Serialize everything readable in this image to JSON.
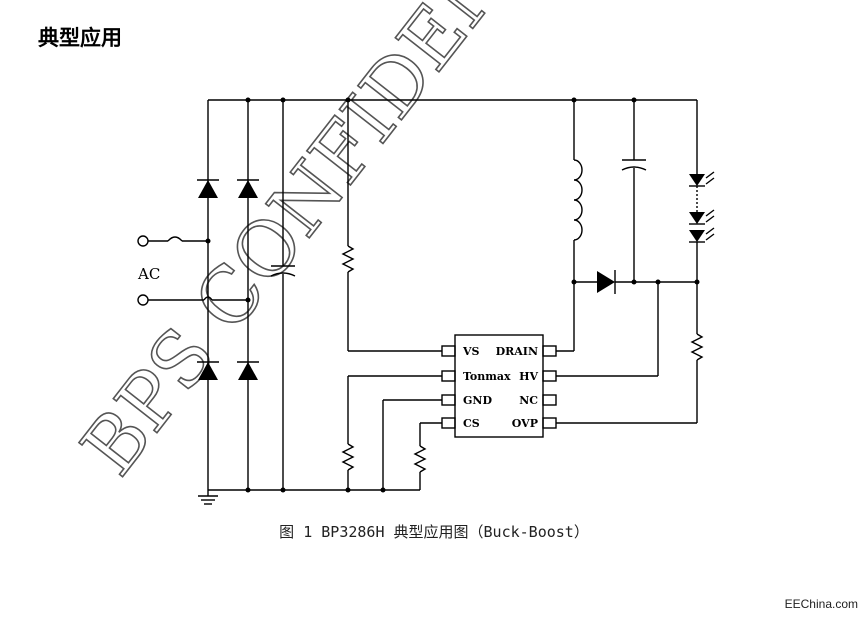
{
  "heading": "典型应用",
  "caption": "图 1 BP3286H 典型应用图（Buck-Boost）",
  "watermark": "BPS CONFIDENTIAL",
  "site": "EEChina.com",
  "diagram": {
    "ac_label": "AC",
    "chip_pins_left": [
      "VS",
      "Tonmax",
      "GND",
      "CS"
    ],
    "chip_pins_right": [
      "DRAIN",
      "HV",
      "NC",
      "OVP"
    ]
  }
}
